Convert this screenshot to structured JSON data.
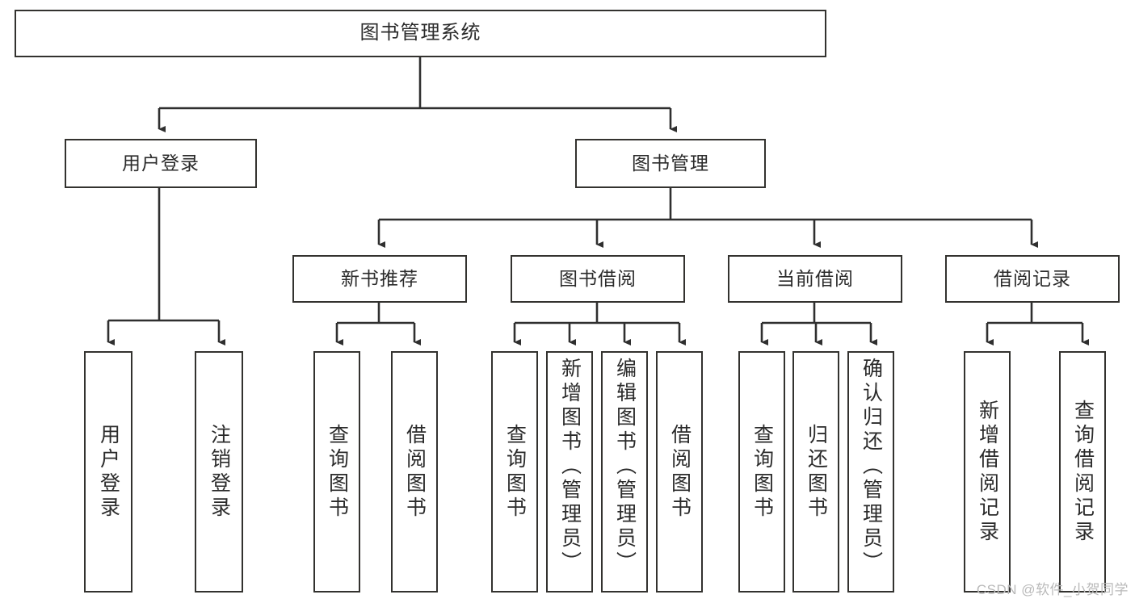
{
  "diagram": {
    "type": "tree-hierarchy-flowchart",
    "title": "图书管理系统",
    "colors": {
      "box_border": "#33322f",
      "box_fill": "#ffffff",
      "connector": "#2f2f2f",
      "text": "#2b2b2b",
      "watermark": "#b9b9b9",
      "background": "#ffffff"
    },
    "levels": {
      "root": {
        "label": "图书管理系统"
      },
      "level2": [
        {
          "label": "用户登录"
        },
        {
          "label": "图书管理"
        }
      ],
      "level3": [
        {
          "label": "新书推荐"
        },
        {
          "label": "图书借阅"
        },
        {
          "label": "当前借阅"
        },
        {
          "label": "借阅记录"
        }
      ],
      "leaves": {
        "user_login": [
          {
            "label": "用户登录"
          },
          {
            "label": "注销登录"
          }
        ],
        "new_book_recommend": [
          {
            "label": "查询图书"
          },
          {
            "label": "借阅图书"
          }
        ],
        "book_borrow": [
          {
            "label": "查询图书"
          },
          {
            "label": "新增图书（管理员）"
          },
          {
            "label": "编辑图书（管理员）"
          },
          {
            "label": "借阅图书"
          }
        ],
        "current_borrow": [
          {
            "label": "查询图书"
          },
          {
            "label": "归还图书"
          },
          {
            "label": "确认归还（管理员）"
          }
        ],
        "borrow_record": [
          {
            "label": "新增借阅记录"
          },
          {
            "label": "查询借阅记录"
          }
        ]
      }
    }
  },
  "watermark": {
    "text": "CSDN @软件_小贺同学"
  }
}
